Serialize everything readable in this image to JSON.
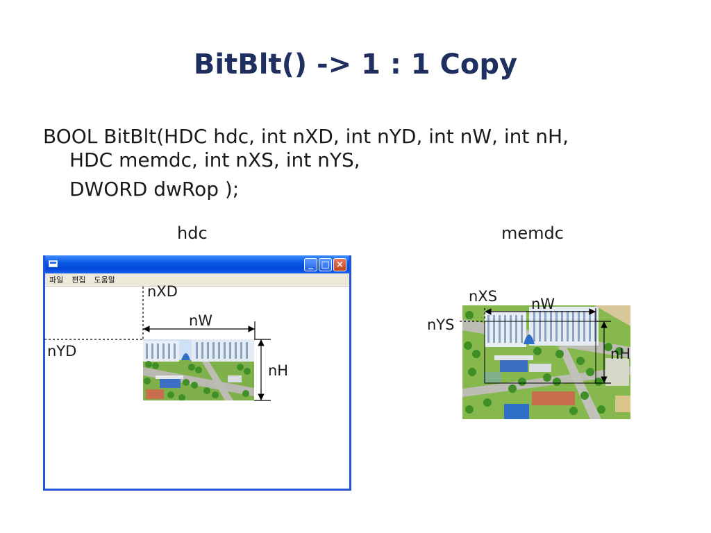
{
  "slide": {
    "title": "BitBlt() -> 1 : 1 Copy",
    "code_line1": "BOOL BitBlt(HDC hdc, int nXD, int nYD, int nW, int nH,",
    "code_line2": "HDC memdc, int nXS, int nYS,",
    "code_line3": "DWORD dwRop );"
  },
  "hdc_panel": {
    "caption": "hdc",
    "menu": [
      "파일",
      "편집",
      "도움말"
    ],
    "labels": {
      "nxd": "nXD",
      "nw": "nW",
      "nyd": "nYD",
      "nh": "nH"
    }
  },
  "memdc_panel": {
    "caption": "memdc",
    "labels": {
      "nxs": "nXS",
      "nw": "nW",
      "nys": "nYS",
      "nh": "nH"
    }
  },
  "colors": {
    "title": "#1f3060",
    "titlebar": "#0a58e6",
    "window_border": "#2455d8",
    "menubar": "#ece9d8"
  },
  "icons": [
    "window-system-icon",
    "minimize-icon",
    "maximize-icon",
    "close-icon"
  ]
}
